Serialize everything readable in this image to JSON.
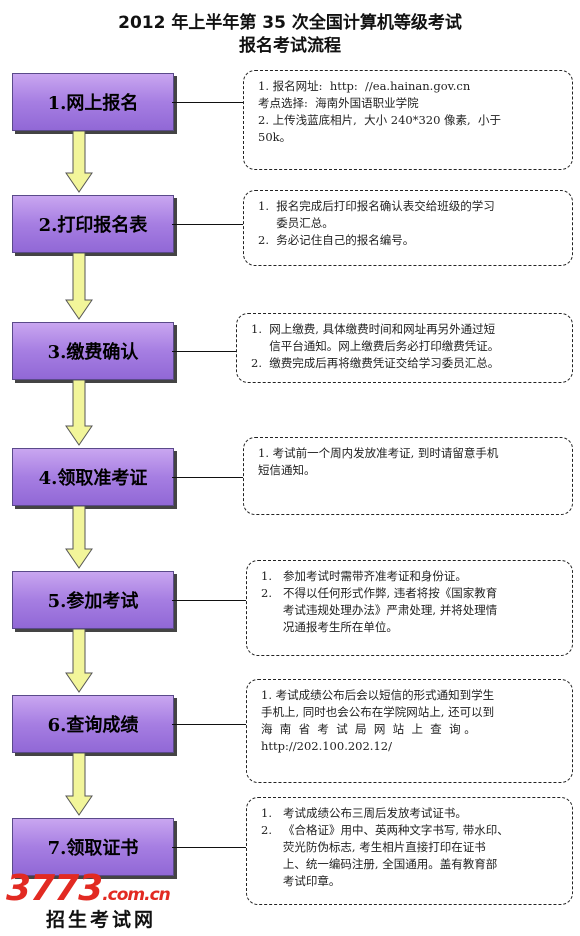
{
  "header": {
    "title_line1": "2012 年上半年第 35 次全国计算机等级考试",
    "title_line2": "报名考试流程"
  },
  "steps": [
    {
      "label": "1.网上报名",
      "note": [
        "1. 报名网址:  http:  //ea.hainan.gov.cn",
        "考点选择:  海南外国语职业学院",
        "2. 上传浅蓝底相片,  大小 240*320 像素,  小于",
        "50k。"
      ]
    },
    {
      "label": "2.打印报名表",
      "note": [
        "1.  报名完成后打印报名确认表交给班级的学习",
        "     委员汇总。",
        "2.  务必记住自己的报名编号。"
      ]
    },
    {
      "label": "3.缴费确认",
      "note": [
        "1.  网上缴费, 具体缴费时间和网址再另外通过短",
        "     信平台通知。网上缴费后务必打印缴费凭证。",
        "2.  缴费完成后再将缴费凭证交给学习委员汇总。"
      ]
    },
    {
      "label": "4.领取准考证",
      "note": [
        "1. 考试前一个周内发放准考证, 到时请留意手机",
        "短信通知。"
      ]
    },
    {
      "label": "5.参加考试",
      "note": [
        "1.   参加考试时需带齐准考证和身份证。",
        "2.   不得以任何形式作弊, 违者将按《国家教育",
        "      考试违规处理办法》严肃处理, 并将处理情",
        "      况通报考生所在单位。"
      ]
    },
    {
      "label": "6.查询成绩",
      "note": [
        "1. 考试成绩公布后会以短信的形式通知到学生",
        "手机上, 同时也会公布在学院网站上, 还可以到",
        "海  南  省  考  试  局  网  站  上  查  询 。",
        "http://202.100.202.12/"
      ]
    },
    {
      "label": "7.领取证书",
      "note": [
        "1.   考试成绩公布三周后发放考试证书。",
        "2.   《合格证》用中、英两种文字书写, 带水印、",
        "      荧光防伪标志, 考生相片直接打印在证书",
        "      上、统一编码注册, 全国通用。盖有教育部",
        "      考试印章。"
      ]
    }
  ],
  "watermark": {
    "logo": "3773",
    "domain": ".com.cn",
    "subtitle": "招生考试网"
  },
  "colors": {
    "step_fill": "#a67ee2",
    "arrow_fill": "#f2f59a",
    "watermark_red": "#e22a22"
  }
}
